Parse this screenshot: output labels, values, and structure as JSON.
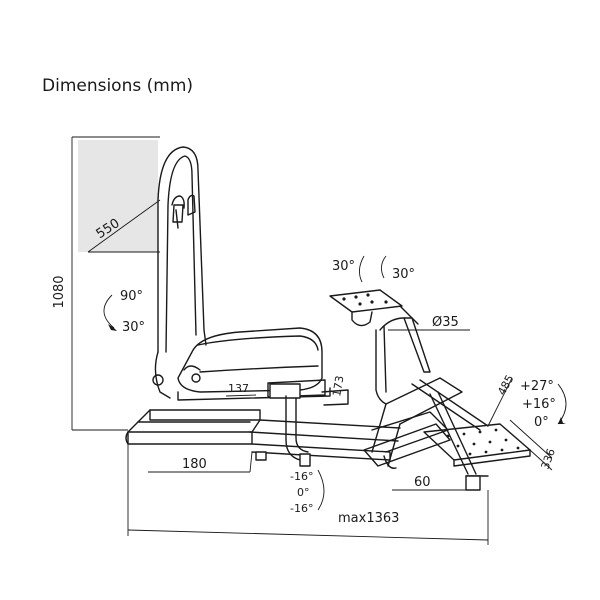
{
  "title": "Dimensions (mm)",
  "dimensions": {
    "height": "1080",
    "seat_depth": "550",
    "seat_width": "137",
    "seat_adjust": "173",
    "rail_length": "180",
    "pedal_length": "60",
    "total_length": "max1363",
    "mast_height": "485",
    "pedal_width": "336",
    "wheel_diameter": "Ø35"
  },
  "angles": {
    "backrest_upper": "90°",
    "backrest_lower": "30°",
    "wheel_tilt_left": "30°",
    "wheel_tilt_right": "30°",
    "pedal_up": "+27°",
    "pedal_mid": "+16°",
    "pedal_zero": "0°",
    "shifter_neg_top": "-16°",
    "shifter_zero": "0°",
    "shifter_neg_bottom": "-16°"
  }
}
